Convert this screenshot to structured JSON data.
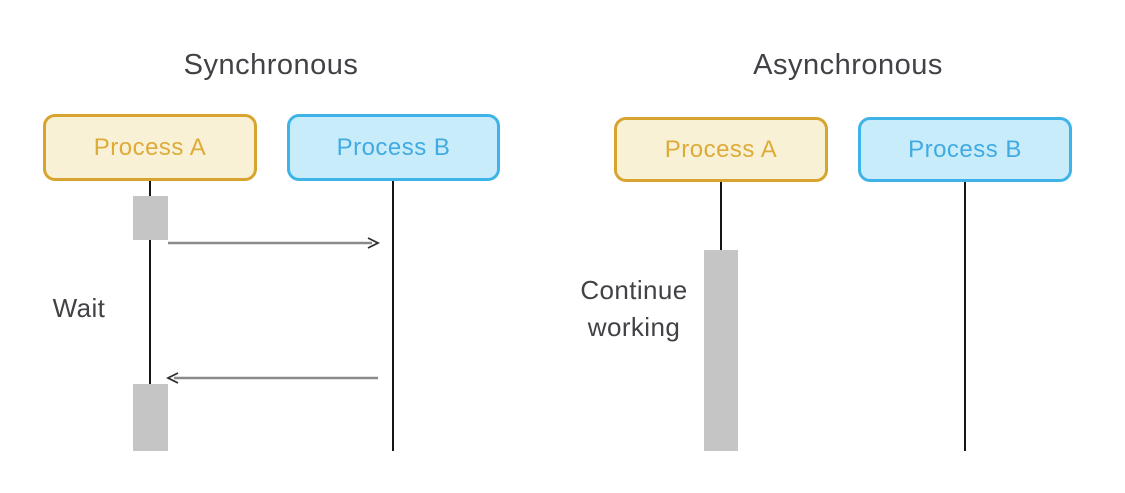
{
  "colors": {
    "gold_border": "#d7a52f",
    "gold_fill": "#f8f1d6",
    "gold_text": "#ddab38",
    "blue_border": "#3eb3e7",
    "blue_fill": "#c9ecfb",
    "blue_text": "#41abe1",
    "bar_gray": "#c5c5c5",
    "lifeline_dark": "#161616",
    "arrow_gray": "#8a8a8a",
    "arrow_head": "#2f2f2f",
    "text_dark": "#414246",
    "background": "#ffffff"
  },
  "sync": {
    "title": "Synchronous",
    "process_a": "Process A",
    "process_b": "Process B",
    "wait_label": "Wait",
    "messages": [
      {
        "name": "request",
        "from": "Process A",
        "to": "Process B",
        "direction": "right"
      },
      {
        "name": "response",
        "from": "Process B",
        "to": "Process A",
        "direction": "left"
      }
    ]
  },
  "async": {
    "title": "Asynchronous",
    "process_a": "Process A",
    "process_b": "Process B",
    "continue_line1": "Continue",
    "continue_line2": "working"
  }
}
